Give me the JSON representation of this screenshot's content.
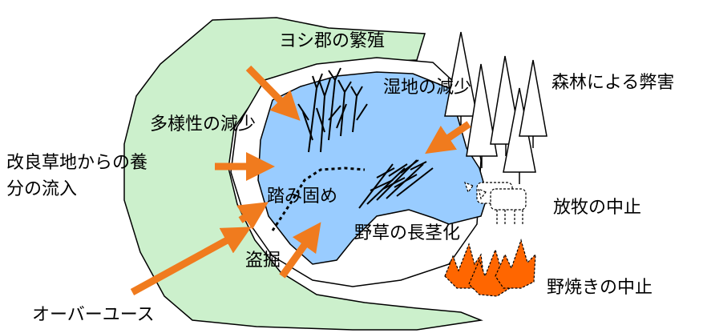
{
  "labels": {
    "reed_spread": "ヨシ郡の繁殖",
    "wetland_decrease": "湿地の減少",
    "forest_damage": "森林による弊害",
    "diversity_decrease": "多様性の減少",
    "nutrient_inflow_line1": "改良草地からの養",
    "nutrient_inflow_line2": "分の流入",
    "trampling": "踏み固め",
    "grazing_stop": "放牧の中止",
    "grass_lengthening": "野草の長茎化",
    "digging": "盗掘",
    "burning_stop": "野焼きの中止",
    "overuse": "オーバーユース"
  },
  "colors": {
    "buffer_zone": "#ccf0cc",
    "wetland": "#99ccff",
    "arrow": "#f07b1e",
    "fire": "#ff6600",
    "outline": "#000000"
  },
  "icons": {
    "trees": "conifer-tree-icon",
    "cattle": "cattle-icon",
    "fire": "fire-icon",
    "reeds": "reed-icon",
    "grass": "grass-icon"
  }
}
